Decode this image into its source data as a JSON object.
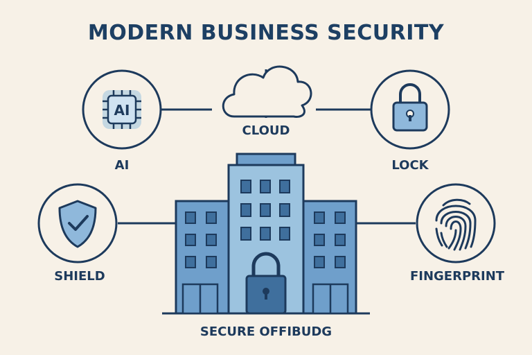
{
  "title": "MODERN BUSINESS SECURITY",
  "nodes": {
    "ai": {
      "label": "AI",
      "chip_text": "AI",
      "icon": "ai-chip-icon"
    },
    "cloud": {
      "label": "CLOUD",
      "icon": "cloud-icon"
    },
    "lock": {
      "label": "LOCK",
      "icon": "padlock-icon"
    },
    "shield": {
      "label": "SHIELD",
      "icon": "shield-check-icon"
    },
    "fingerprint": {
      "label": "FINGERPRINT",
      "icon": "fingerprint-icon"
    },
    "building": {
      "label": "SECURE OFFIBUDG",
      "icon": "office-building-icon"
    }
  },
  "colors": {
    "background": "#f7f1e7",
    "outline": "#1d3a5c",
    "fill_light": "#9cc3df",
    "fill_mid": "#6f9fcb",
    "fill_dark": "#3f6f9d"
  }
}
